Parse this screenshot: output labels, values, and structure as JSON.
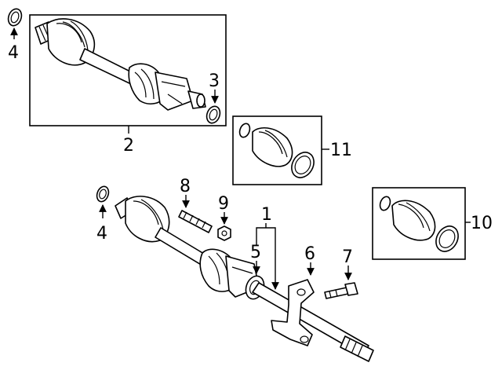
{
  "callouts": {
    "c1": "1",
    "c2": "2",
    "c3": "3",
    "c4_top": "4",
    "c4_mid": "4",
    "c5": "5",
    "c6": "6",
    "c7": "7",
    "c8": "8",
    "c9": "9",
    "c10": "10",
    "c11": "11"
  },
  "colors": {
    "line": "#000000",
    "background": "#ffffff"
  }
}
